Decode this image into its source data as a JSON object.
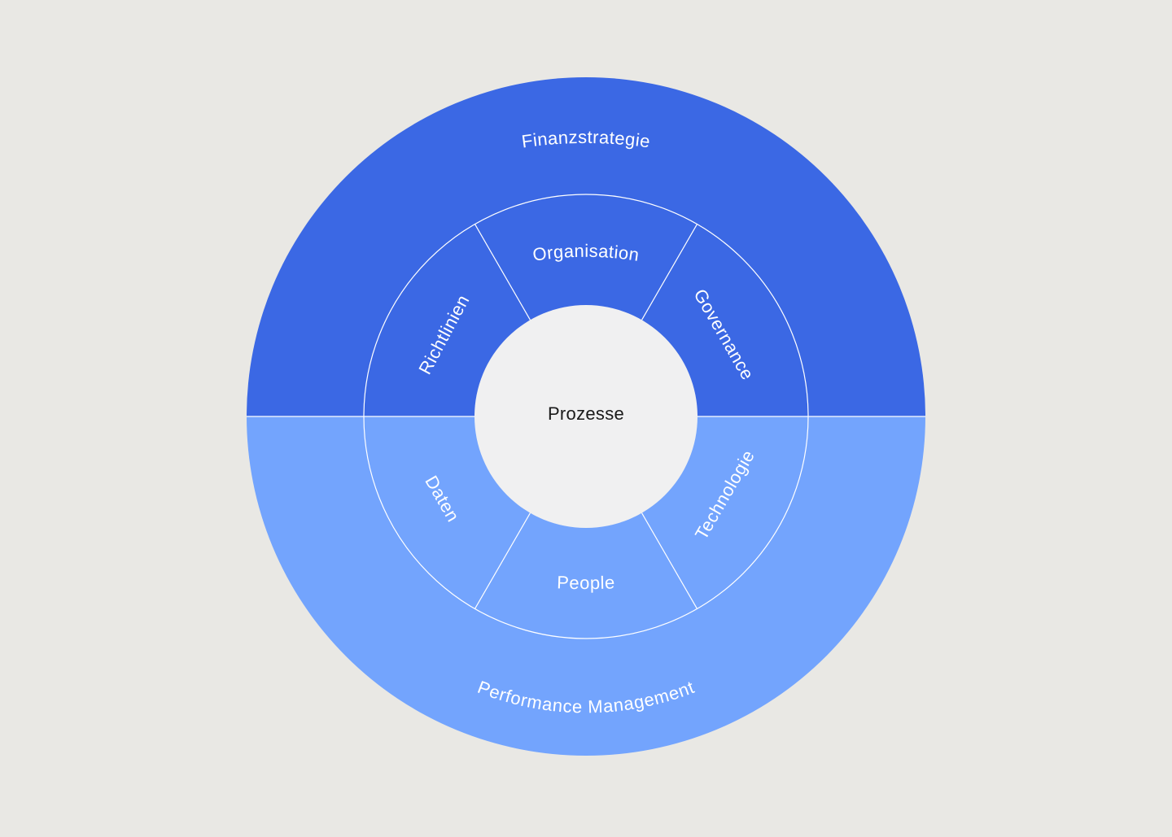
{
  "diagram": {
    "colors": {
      "background": "#e9e8e4",
      "top_blue": "#3b68e4",
      "bottom_blue": "#73a4fd",
      "center_fill": "#f0f0f1",
      "divider": "#ffffff",
      "center_text": "#1a1a1a"
    },
    "outer_ring": {
      "top_label": "Finanzstrategie",
      "bottom_label": "Performance Management"
    },
    "middle_ring": {
      "segments": [
        {
          "label": "Organisation"
        },
        {
          "label": "Governance"
        },
        {
          "label": "Technologie"
        },
        {
          "label": "People"
        },
        {
          "label": "Daten"
        },
        {
          "label": "Richtlinien"
        }
      ]
    },
    "center": {
      "label": "Prozesse"
    }
  }
}
